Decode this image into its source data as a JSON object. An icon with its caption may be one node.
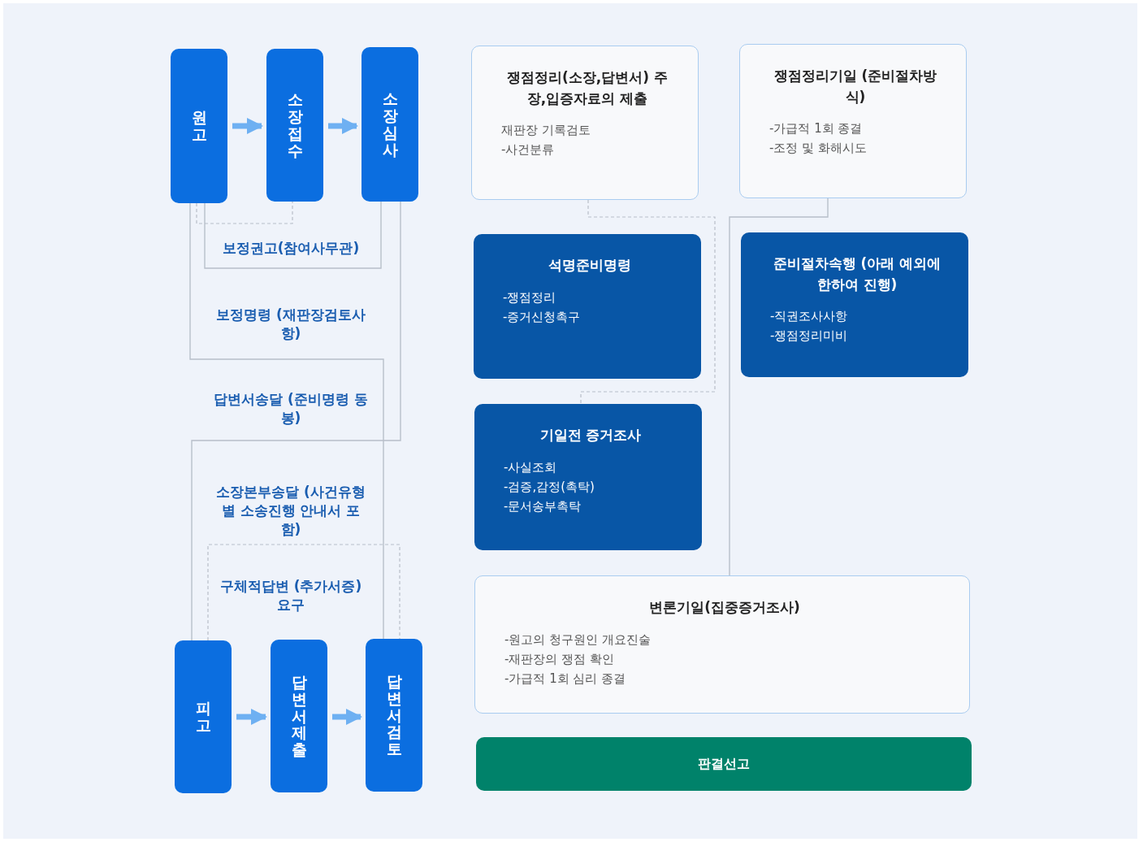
{
  "diagram": {
    "nodes": [
      {
        "text": [
          "원고"
        ]
      },
      {
        "text": [
          "소장접수"
        ]
      },
      {
        "text": [
          "소장심사"
        ]
      },
      {
        "text": [
          "피고"
        ]
      },
      {
        "text": [
          "답변서제출"
        ]
      },
      {
        "text": [
          "답변서검토"
        ]
      },
      {
        "text": [
          "쟁점정리(소장,답변서) 주장,입증자료의 제출",
          "재판장 기록검토",
          "-사건분류"
        ]
      },
      {
        "text": [
          "쟁점정리기일 (준비절차방식)",
          "-가급적 1회 종결",
          "-조정 및 화해시도"
        ]
      },
      {
        "text": [
          "석명준비명령",
          "-쟁점정리",
          "-증거신청촉구"
        ]
      },
      {
        "text": [
          "준비절차속행 (아래 예외에 한하여 진행)",
          "-직권조사사항",
          "-쟁점정리미비"
        ]
      },
      {
        "text": [
          "기일전 증거조사",
          "-사실조회",
          "-검증,감정(촉탁)",
          "-문서송부촉탁"
        ]
      },
      {
        "text": [
          "변론기일(집중증거조사)",
          "-원고의 청구원인 개요진술",
          "-재판장의 쟁점 확인",
          "-가급적 1회 심리 종결"
        ]
      },
      {
        "text": [
          "판결선고"
        ]
      }
    ],
    "edges": [
      {
        "from": 0,
        "to": 1,
        "arrow": "to",
        "style": "thick",
        "color": "#6eb0f2"
      },
      {
        "from": 1,
        "to": 2,
        "arrow": "to",
        "style": "thick",
        "color": "#6eb0f2"
      },
      {
        "from": 3,
        "to": 4,
        "arrow": "to",
        "style": "thick",
        "color": "#6eb0f2"
      },
      {
        "from": 4,
        "to": 5,
        "arrow": "to",
        "style": "thick",
        "color": "#6eb0f2"
      },
      {
        "from": 0,
        "to": 1,
        "arrow": "none",
        "style": "dashed"
      },
      {
        "from": 0,
        "to": 2,
        "arrow": "none"
      },
      {
        "from": 0,
        "to": 5,
        "arrow": "none"
      },
      {
        "from": 2,
        "to": 3,
        "arrow": "none"
      },
      {
        "from": 3,
        "to": 5,
        "arrow": "none",
        "style": "dashed"
      },
      {
        "from": 6,
        "to": 10,
        "arrow": "none",
        "style": "dashed"
      },
      {
        "from": 7,
        "to": 11,
        "arrow": "none"
      }
    ],
    "labels": [
      "보정권고(참여사무관)",
      "보정명령 (재판장검토사항)",
      "답변서송달 (준비명령 동봉)",
      "소장본부송달 (사건유형별 소송진행 안내서 포함)",
      "구체적답변 (추가서증)요구"
    ]
  }
}
